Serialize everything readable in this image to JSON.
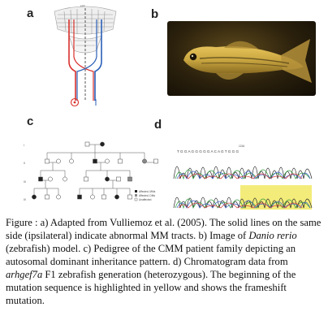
{
  "panels": [
    {
      "letter": "a"
    },
    {
      "letter": "b"
    },
    {
      "letter": "c"
    },
    {
      "letter": "d"
    }
  ],
  "panel_a": {
    "top_label": "MRI"
  },
  "pedigree": {
    "generations": [
      "I",
      "II",
      "III",
      "IV"
    ],
    "legend": [
      "Affected, MMs",
      "Affected, DMs",
      "Unaffected"
    ]
  },
  "chromatogram": {
    "position_label": "1216",
    "sequence": "T G G A G G G G G A C A G T G G G"
  },
  "caption": {
    "line_a": "Figure : a) Adapted from Vulliemoz et al. (2005). The solid lines on the same side (ipsilateral) indicate abnormal MM tracts. b) Image of ",
    "species": "Danio rerio",
    "line_b": " (zebrafish) model. c) Pedigree of the CMM patient family depicting an autosomal dominant inheritance pattern. d) Chromatogram data from ",
    "gene": "arhgef7a",
    "line_c": " F1 zebrafish generation (heterozygous). The beginning of the mutation sequence is highlighted in yellow and shows the frameshift mutation."
  },
  "colors": {
    "tract_red": "#d9302c",
    "tract_blue": "#2a5fb8",
    "highlight": "#f3ec7a",
    "fish_body": "#c9a640"
  }
}
